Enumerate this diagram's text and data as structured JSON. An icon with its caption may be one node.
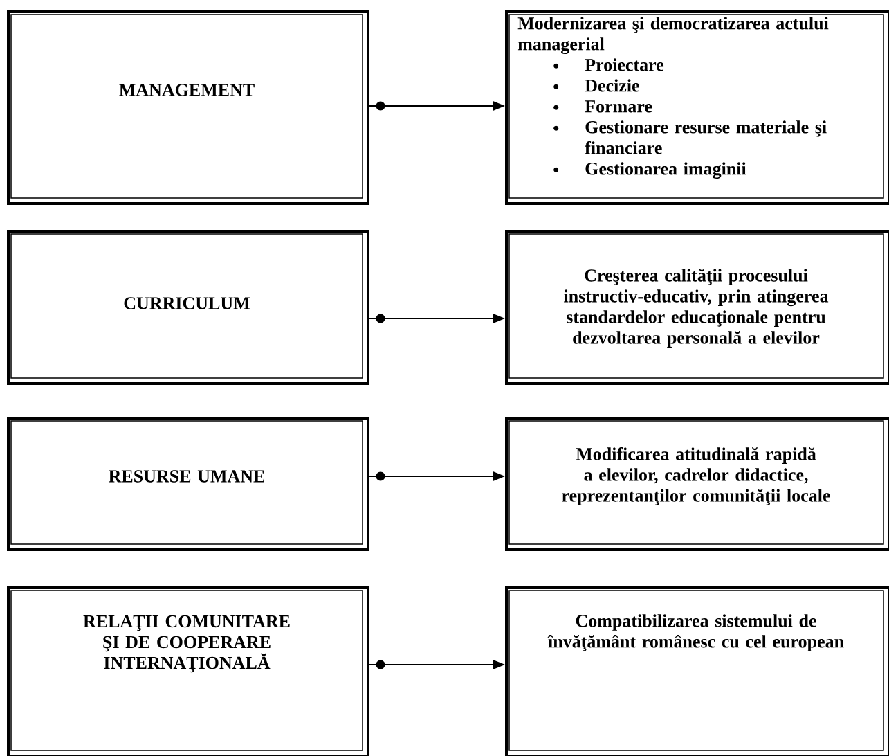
{
  "diagram": {
    "nodes": [
      {
        "text": [
          "MANAGEMENT"
        ]
      },
      {
        "text": [
          "Modernizarea şi democratizarea actului managerial",
          "Proiectare",
          "Decizie",
          "Formare",
          "Gestionare resurse materiale şi financiare",
          "Gestionarea imaginii"
        ]
      },
      {
        "text": [
          "CURRICULUM"
        ]
      },
      {
        "text": [
          "Creşterea calităţii procesului instructiv-educativ, prin atingerea standardelor educaţionale pentru dezvoltarea personală a elevilor"
        ]
      },
      {
        "text": [
          "RESURSE UMANE"
        ]
      },
      {
        "text": [
          "Modificarea atitudinală rapidă a elevilor, cadrelor didactice, reprezentanţilor comunităţii locale"
        ]
      },
      {
        "text": [
          "RELAŢII COMUNITARE ŞI DE COOPERARE INTERNAŢIONALĂ"
        ]
      },
      {
        "text": [
          "Compatibilizarea sistemului de învăţământ românesc cu cel european"
        ]
      }
    ],
    "edges": [
      {
        "from": 0,
        "to": 1,
        "arrow": "to"
      },
      {
        "from": 2,
        "to": 3,
        "arrow": "to"
      },
      {
        "from": 4,
        "to": 5,
        "arrow": "to"
      },
      {
        "from": 6,
        "to": 7,
        "arrow": "to"
      }
    ]
  }
}
